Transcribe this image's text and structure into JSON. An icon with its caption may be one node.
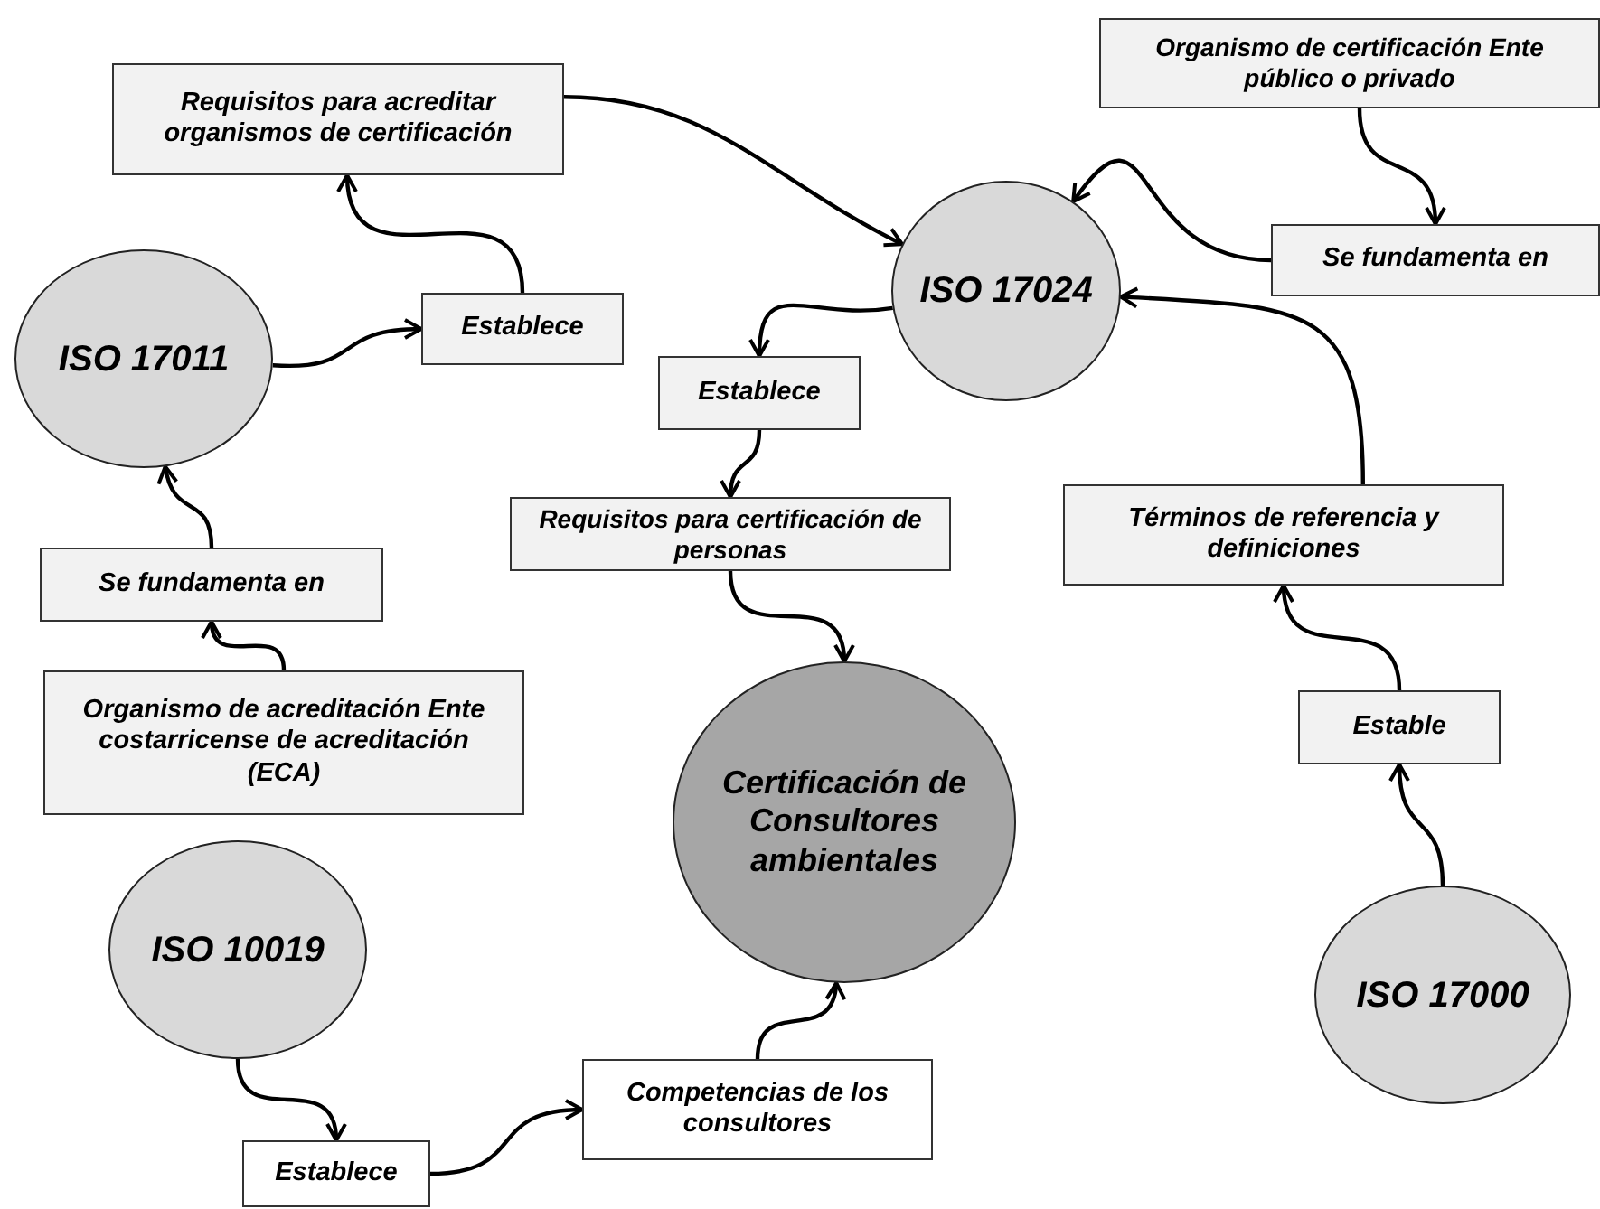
{
  "diagram": {
    "nodes": [
      {
        "text": [
          "Requisitos para acreditar organismos de certificación"
        ]
      },
      {
        "text": [
          "Organismo de certificación Ente público o privado"
        ]
      },
      {
        "text": [
          "ISO 17024"
        ]
      },
      {
        "text": [
          "Se fundamenta en"
        ]
      },
      {
        "text": [
          "ISO 17011"
        ]
      },
      {
        "text": [
          "Establece"
        ]
      },
      {
        "text": [
          "Establece"
        ]
      },
      {
        "text": [
          "Requisitos para certificación de personas"
        ]
      },
      {
        "text": [
          "Términos de referencia y definiciones"
        ]
      },
      {
        "text": [
          "Se fundamenta en"
        ]
      },
      {
        "text": [
          "Organismo de acreditación Ente costarricense de acreditación (ECA)"
        ]
      },
      {
        "text": [
          "Certificación de Consultores ambientales"
        ]
      },
      {
        "text": [
          "Estable"
        ]
      },
      {
        "text": [
          "ISO 10019"
        ]
      },
      {
        "text": [
          "ISO 17000"
        ]
      },
      {
        "text": [
          "Competencias de los consultores"
        ]
      },
      {
        "text": [
          "Establece"
        ]
      }
    ],
    "edges": [
      {
        "from": 4,
        "to": 5,
        "arrow": "to"
      },
      {
        "from": 5,
        "to": 0,
        "arrow": "to"
      },
      {
        "from": 0,
        "to": 2,
        "arrow": "to"
      },
      {
        "from": 1,
        "to": 3,
        "arrow": "to"
      },
      {
        "from": 3,
        "to": 2,
        "arrow": "to"
      },
      {
        "from": 2,
        "to": 6,
        "arrow": "to"
      },
      {
        "from": 6,
        "to": 7,
        "arrow": "to"
      },
      {
        "from": 7,
        "to": 11,
        "arrow": "to"
      },
      {
        "from": 14,
        "to": 12,
        "arrow": "to"
      },
      {
        "from": 12,
        "to": 8,
        "arrow": "to"
      },
      {
        "from": 8,
        "to": 2,
        "arrow": "to"
      },
      {
        "from": 10,
        "to": 9,
        "arrow": "to"
      },
      {
        "from": 9,
        "to": 4,
        "arrow": "to"
      },
      {
        "from": 13,
        "to": 16,
        "arrow": "to"
      },
      {
        "from": 16,
        "to": 15,
        "arrow": "to"
      },
      {
        "from": 15,
        "to": 11,
        "arrow": "to"
      }
    ]
  }
}
